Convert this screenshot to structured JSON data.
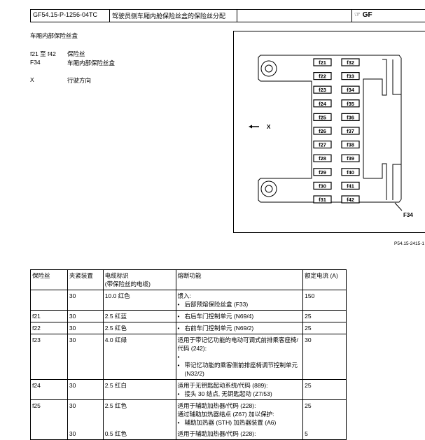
{
  "header": {
    "doc_id": "GF54.15-P-1256-04TC",
    "title": "驾驶员侧车厢内舱保险丝盒的保险丝分配",
    "empty": "",
    "gf_label": "GF"
  },
  "legend": {
    "heading": "车厢内部保险丝盒",
    "items": [
      {
        "key": "f21 至 f42",
        "value": "保险丝"
      },
      {
        "key": "F34",
        "value": "车厢内部保险丝盒"
      },
      {
        "key": "X",
        "value": "行驶方向"
      }
    ]
  },
  "diagram": {
    "fuses_left": [
      "f21",
      "f22",
      "f23",
      "f24",
      "f25",
      "f26",
      "f27",
      "f28",
      "f29",
      "f30",
      "f31"
    ],
    "fuses_right": [
      "f32",
      "f33",
      "f34",
      "f35",
      "f36",
      "f37",
      "f38",
      "f39",
      "f40",
      "f41",
      "f42"
    ],
    "direction_label": "X",
    "box_label": "F34",
    "figure_id": "P54.15-2415-1"
  },
  "table": {
    "headers": [
      "保险丝",
      "夹紧装置",
      "电缆标识\n(带保险丝的电缆)",
      "熔断功能",
      "额定电流 (A)"
    ],
    "rows": [
      {
        "fuse": "",
        "clamp": "30",
        "cable": "10.0 红色",
        "func": [
          "馈入:"
        ],
        "bullets": [
          "后部预熔保险丝盒 (F33)"
        ],
        "amp": "150"
      },
      {
        "fuse": "f21",
        "clamp": "30",
        "cable": "2.5 红蓝",
        "func": [],
        "bullets": [
          "右后车门控制单元 (N69/4)"
        ],
        "amp": "25"
      },
      {
        "fuse": "f22",
        "clamp": "30",
        "cable": "2.5 红色",
        "func": [],
        "bullets": [
          "右前车门控制单元 (N69/2)"
        ],
        "amp": "25"
      },
      {
        "fuse": "f23",
        "clamp": "30",
        "cable": "4.0 红绿",
        "func": [
          "适用于带记忆功能的电动可调式前排乘客座椅/代码 (242):"
        ],
        "bullets": [
          "",
          "带记忆功能的乘客侧前排座椅调节控制单元 (N32/2)"
        ],
        "amp": "30"
      },
      {
        "fuse": "f24",
        "clamp": "30",
        "cable": "2.5 红白",
        "func": [
          "适用于无钥匙起动系统/代码 (889):"
        ],
        "bullets": [
          "接头 30 结点, 无钥匙起动 (Z7/53)"
        ],
        "amp": "25"
      },
      {
        "fuse": "f25",
        "clamp": "30",
        "cable": "2.5 红色",
        "func": [
          "适用于辅助加热器/代码 (228):",
          "通过辅助加热器结点 (Z67) 加以保护:"
        ],
        "bullets": [
          "辅助加热器 (STH) 加热器装置 (A6)"
        ],
        "amp": "25"
      },
      {
        "fuse": "",
        "clamp": "30",
        "cable": "0.5 红色",
        "func": [
          "适用于辅助加热器/代码 (228):"
        ],
        "bullets": [],
        "amp": "5"
      }
    ]
  }
}
